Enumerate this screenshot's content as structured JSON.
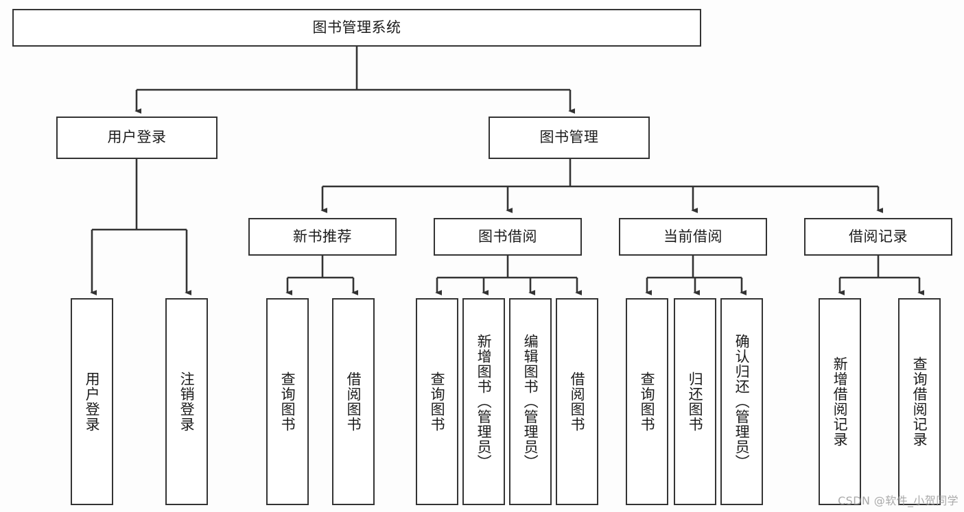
{
  "diagram": {
    "title": "图书管理系统",
    "type": "tree",
    "colors": {
      "background": "#fdfdfd",
      "node_fill": "#ffffff",
      "node_border": "#333333",
      "edge": "#333333",
      "text": "#1b1b1b",
      "watermark": "#9b9b9b"
    },
    "levels": {
      "root": {
        "label": "图书管理系统"
      },
      "level2": [
        {
          "label": "用户登录"
        },
        {
          "label": "图书管理"
        }
      ],
      "level3": [
        {
          "label": "新书推荐"
        },
        {
          "label": "图书借阅"
        },
        {
          "label": "当前借阅"
        },
        {
          "label": "借阅记录"
        }
      ],
      "leaves": {
        "user_login": [
          {
            "label": "用户登录"
          },
          {
            "label": "注销登录"
          }
        ],
        "new_book_recommend": [
          {
            "label": "查询图书"
          },
          {
            "label": "借阅图书"
          }
        ],
        "book_borrow": [
          {
            "label": "查询图书"
          },
          {
            "label": "新增图书（管理员）"
          },
          {
            "label": "编辑图书（管理员）"
          },
          {
            "label": "借阅图书"
          }
        ],
        "current_borrow": [
          {
            "label": "查询图书"
          },
          {
            "label": "归还图书"
          },
          {
            "label": "确认归还（管理员）"
          }
        ],
        "borrow_record": [
          {
            "label": "新增借阅记录"
          },
          {
            "label": "查询借阅记录"
          }
        ]
      }
    }
  },
  "watermark": {
    "text": "CSDN @软件_小贺同学"
  }
}
